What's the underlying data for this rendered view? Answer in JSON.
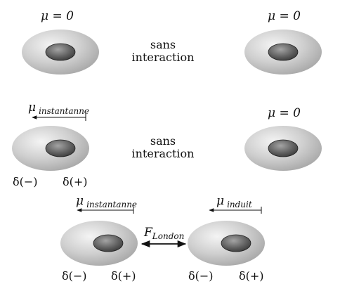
{
  "rows": [
    {
      "left_atom": {
        "label": "μ = 0"
      },
      "middle": {
        "line1": "sans",
        "line2": "interaction"
      },
      "right_atom": {
        "label": "μ = 0"
      }
    },
    {
      "left_atom": {
        "dipole_symbol": "μ",
        "dipole_subscript": "instantanne",
        "charge_left": "δ(−)",
        "charge_right": "δ(+)"
      },
      "middle": {
        "line1": "sans",
        "line2": "interaction"
      },
      "right_atom": {
        "label": "μ = 0"
      }
    },
    {
      "left_atom": {
        "dipole_symbol": "μ",
        "dipole_subscript": "instantanne",
        "charge_left": "δ(−)",
        "charge_right": "δ(+)"
      },
      "force": {
        "symbol": "F",
        "subscript": "London"
      },
      "right_atom": {
        "dipole_symbol": "μ",
        "dipole_subscript": "induit",
        "charge_left": "δ(−)",
        "charge_right": "δ(+)"
      }
    }
  ],
  "colors": {
    "electron_cloud_light": "#f2f2f2",
    "electron_cloud_dark": "#aaaaaa",
    "nucleus_light": "#9a9a9a",
    "nucleus_dark": "#3a3a3a",
    "stroke": "#111111"
  }
}
